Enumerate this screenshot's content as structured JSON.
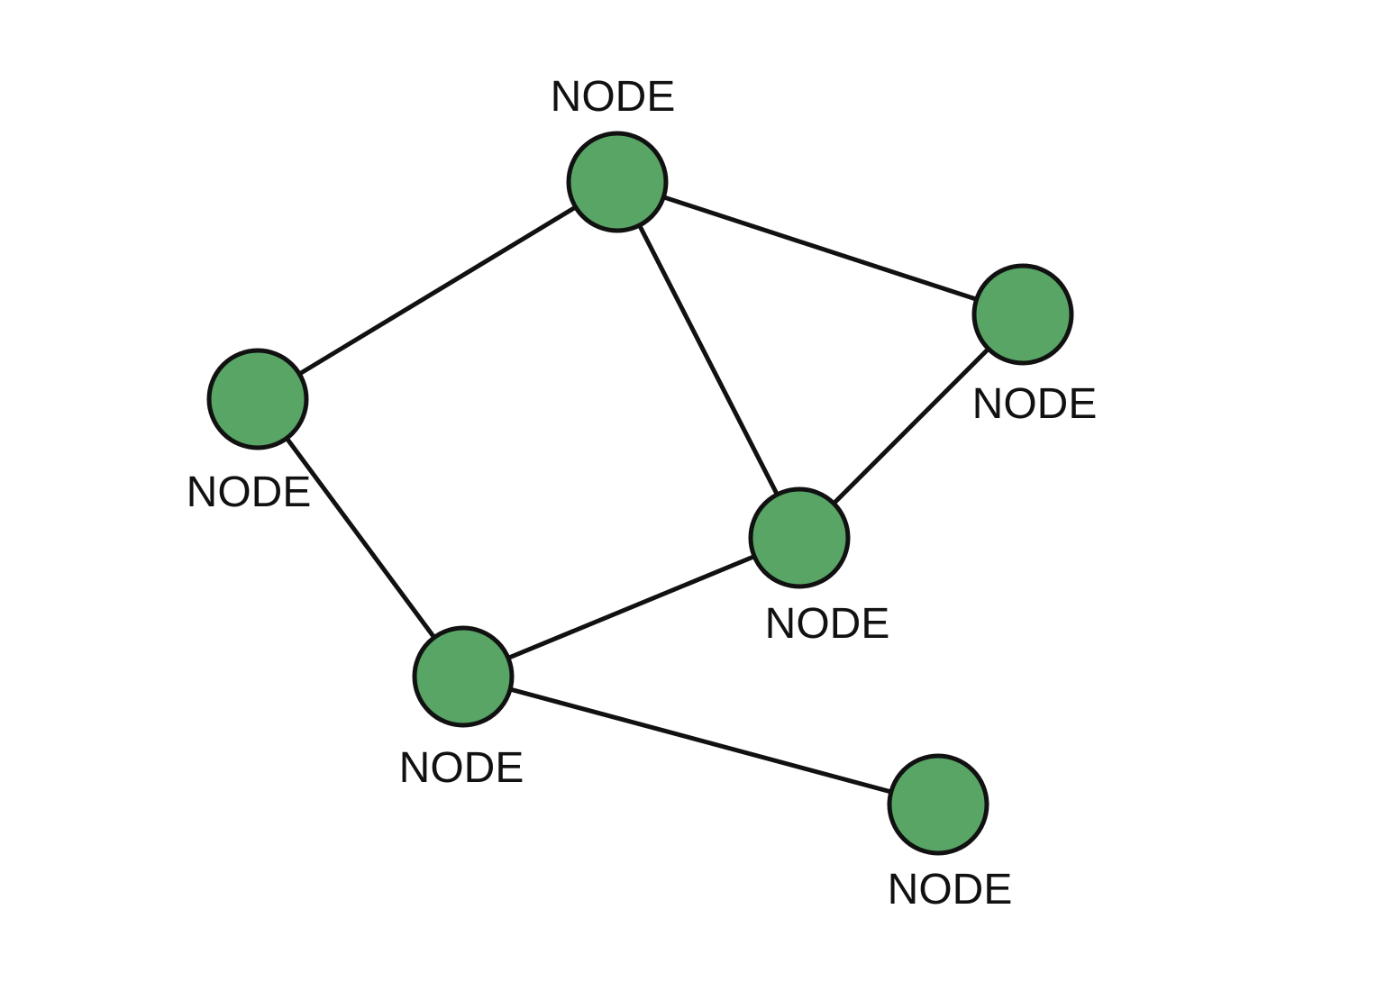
{
  "colors": {
    "node_fill": "#58a566",
    "stroke": "#111111",
    "background": "#ffffff"
  },
  "nodes": [
    {
      "id": "n-top",
      "label": "NODE"
    },
    {
      "id": "n-left",
      "label": "NODE"
    },
    {
      "id": "n-right",
      "label": "NODE"
    },
    {
      "id": "n-center",
      "label": "NODE"
    },
    {
      "id": "n-bottom-left",
      "label": "NODE"
    },
    {
      "id": "n-bottom-right",
      "label": "NODE"
    }
  ],
  "edges": [
    {
      "from": "n-top",
      "to": "n-left"
    },
    {
      "from": "n-top",
      "to": "n-right"
    },
    {
      "from": "n-top",
      "to": "n-center"
    },
    {
      "from": "n-right",
      "to": "n-center"
    },
    {
      "from": "n-left",
      "to": "n-bottom-left"
    },
    {
      "from": "n-center",
      "to": "n-bottom-left"
    },
    {
      "from": "n-bottom-left",
      "to": "n-bottom-right"
    }
  ]
}
